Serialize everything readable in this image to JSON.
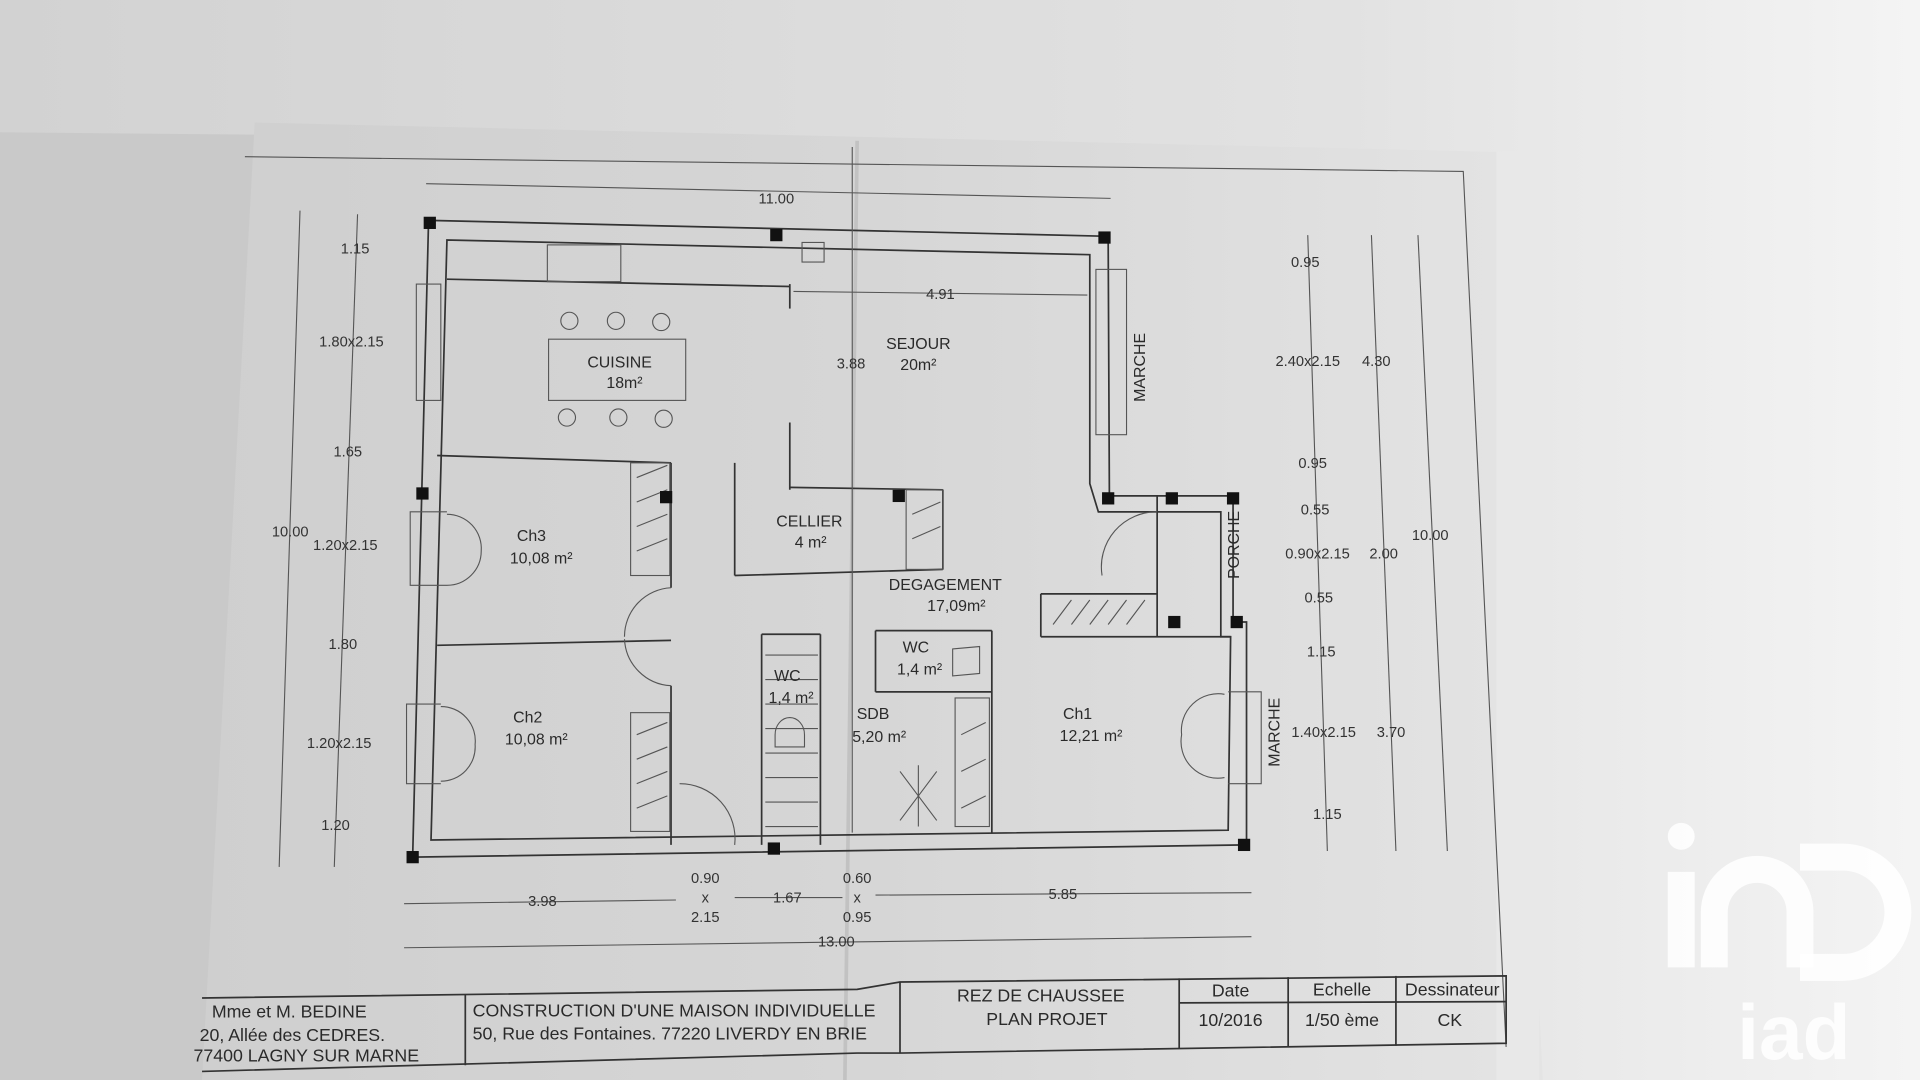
{
  "rooms": {
    "cuisine": {
      "name": "CUISINE",
      "area": "18m²"
    },
    "sejour": {
      "name": "SEJOUR",
      "area": "20m²"
    },
    "ch3": {
      "name": "Ch3",
      "area": "10,08 m²"
    },
    "cellier": {
      "name": "CELLIER",
      "area": "4 m²"
    },
    "degagement": {
      "name": "DEGAGEMENT",
      "area": "17,09m²"
    },
    "wc1": {
      "name": "WC",
      "area": "1,4 m²"
    },
    "wc2": {
      "name": "WC",
      "area": "1,4 m²"
    },
    "sdb": {
      "name": "SDB",
      "area": "5,20 m²"
    },
    "ch2": {
      "name": "Ch2",
      "area": "10,08 m²"
    },
    "ch1": {
      "name": "Ch1",
      "area": "12,21 m²"
    },
    "marche_top": "MARCHE",
    "porche": "PORCHE",
    "marche_bottom": "MARCHE"
  },
  "dimensions": {
    "top": {
      "overall": "11.00",
      "sejour_width": "4.91",
      "sejour_depth": "3.88"
    },
    "left": [
      "1.15",
      "1.80x2.15",
      "1.65",
      "1.20x2.15",
      "1.80",
      "1.20x2.15",
      "1.20"
    ],
    "left_total": "10.00",
    "right": [
      "0.95",
      "2.40x2.15",
      "0.95",
      "0.55",
      "0.90x2.15",
      "0.55",
      "1.15",
      "1.40x2.15",
      "1.15"
    ],
    "right_mid": [
      "4.30",
      "2.00",
      "3.70"
    ],
    "right_total": "10.00",
    "bottom": {
      "a": "3.98",
      "door1": [
        "0.90",
        "x",
        "2.15"
      ],
      "b": "1.67",
      "door2": [
        "0.60",
        "x",
        "0.95"
      ],
      "c": "5.85",
      "total": "13.00"
    }
  },
  "title_block": {
    "owner": [
      "Mme et M. BEDINE",
      "20, Allée des CEDRES.",
      "77400 LAGNY SUR MARNE"
    ],
    "project": [
      "CONSTRUCTION D'UNE MAISON INDIVIDUELLE",
      "50, Rue des Fontaines.  77220 LIVERDY EN BRIE"
    ],
    "plan": [
      "REZ  DE CHAUSSEE",
      "PLAN PROJET"
    ],
    "headers": [
      "Date",
      "Echelle",
      "Dessinateur"
    ],
    "values": [
      "10/2016",
      "1/50 ème",
      "CK"
    ]
  },
  "watermark": "iad"
}
